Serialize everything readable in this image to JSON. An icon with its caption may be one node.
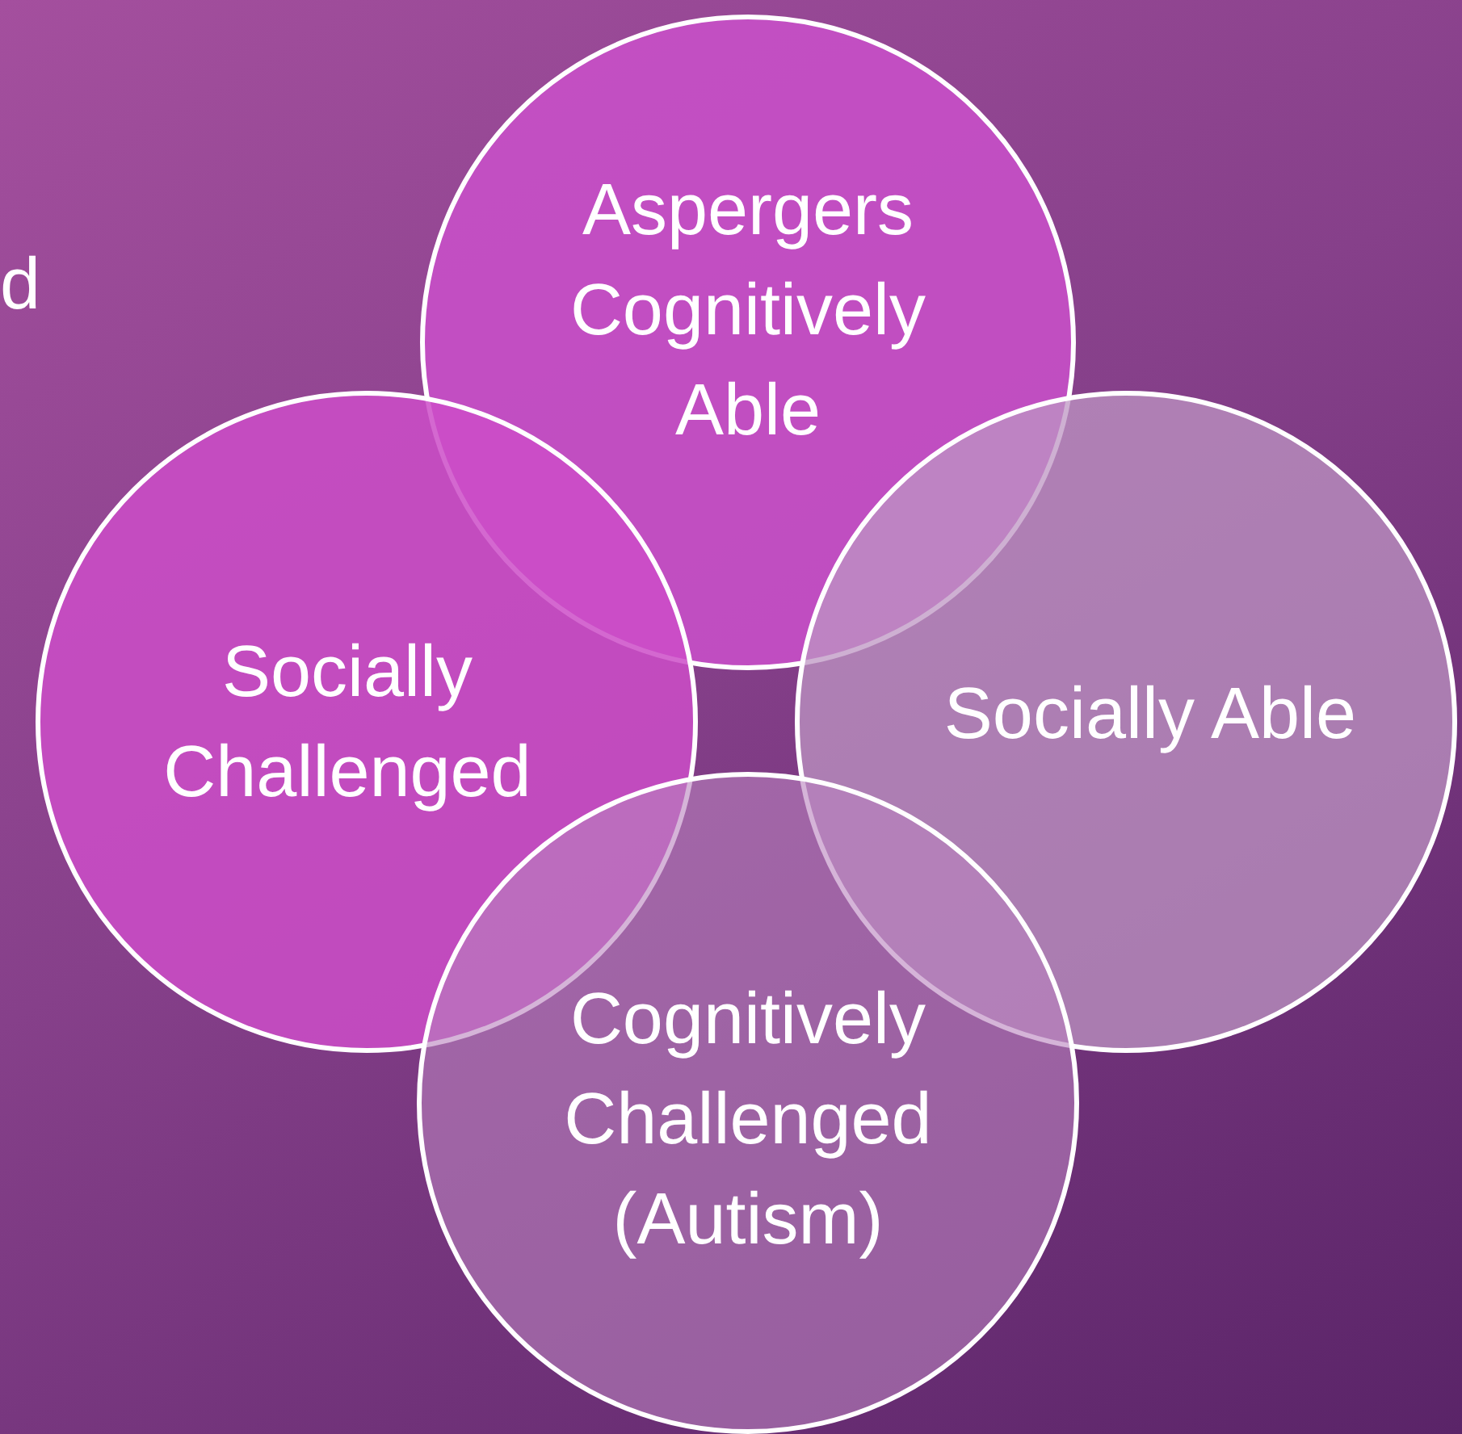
{
  "diagram": {
    "nodes": [
      {
        "text": [
          "Aspergers Cognitively Able"
        ]
      },
      {
        "text": [
          "Socially Challenged"
        ]
      },
      {
        "text": [
          "Socially Able"
        ]
      },
      {
        "text": [
          "Cognitively Challenged (Autism)"
        ]
      }
    ],
    "labels": [
      "d"
    ]
  }
}
